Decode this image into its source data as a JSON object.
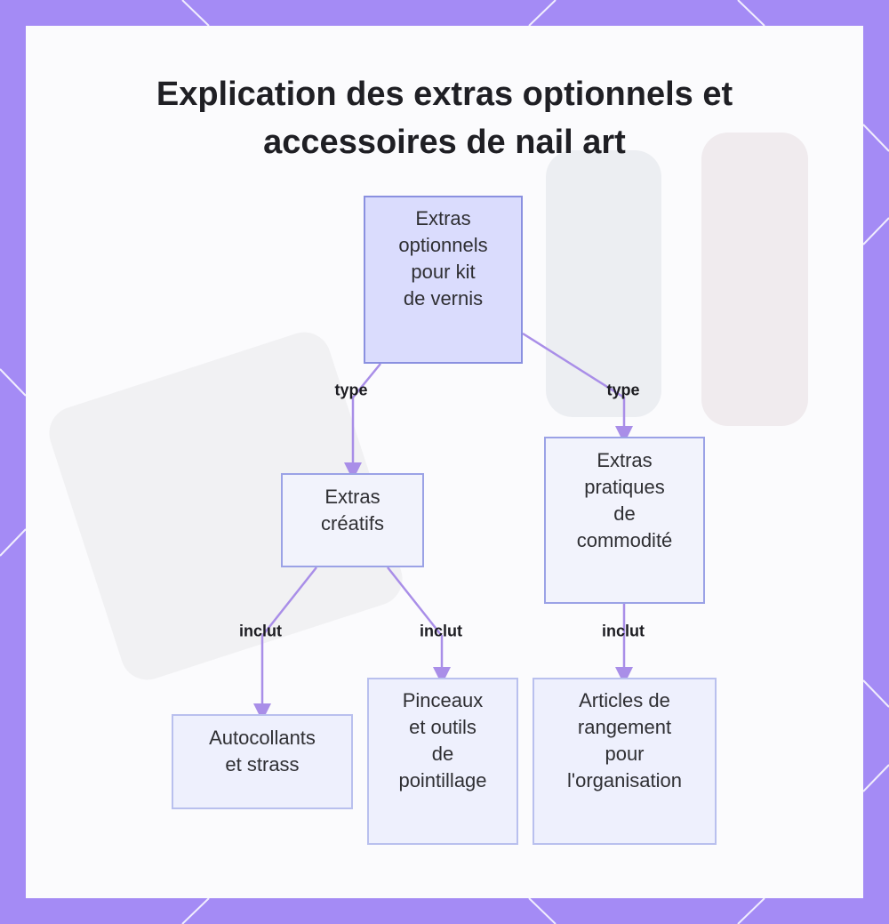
{
  "title": {
    "line1": "Explication des extras optionnels et",
    "line2": "accessoires de nail art"
  },
  "nodes": {
    "root": [
      "Extras",
      "optionnels",
      "pour kit",
      "de vernis"
    ],
    "creatifs": [
      "Extras",
      "créatifs"
    ],
    "pratiques": [
      "Extras",
      "pratiques",
      "de",
      "commodité"
    ],
    "autocollants": [
      "Autocollants",
      "et strass"
    ],
    "pinceaux": [
      "Pinceaux",
      "et outils",
      "de",
      "pointillage"
    ],
    "articles": [
      "Articles de",
      "rangement",
      "pour",
      "l'organisation"
    ]
  },
  "edges": {
    "root_to_creatifs": "type",
    "root_to_pratiques": "type",
    "creatifs_to_autocollants": "inclut",
    "creatifs_to_pinceaux": "inclut",
    "pratiques_to_articles": "inclut"
  },
  "colors": {
    "frame": "#a48bf5",
    "edge": "#a98ee8",
    "root_fill": "#dadcfd",
    "node_border": "#9ba2e6"
  }
}
